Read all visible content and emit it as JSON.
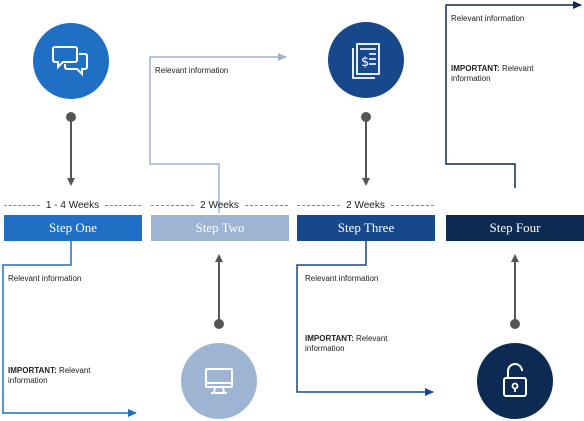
{
  "steps": [
    {
      "label": "Step One",
      "color": "#1f6fc5",
      "duration": "1 - 4 Weeks"
    },
    {
      "label": "Step Two",
      "color": "#9db4d3",
      "duration": "2 Weeks"
    },
    {
      "label": "Step Three",
      "color": "#16488b",
      "duration": "2 Weeks"
    },
    {
      "label": "Step Four",
      "color": "#0d2a52",
      "duration": ""
    }
  ],
  "icons": [
    {
      "name": "chat-bubbles-icon",
      "color": "#1f6fc5"
    },
    {
      "name": "monitor-icon",
      "color": "#9db4d3"
    },
    {
      "name": "invoice-dollar-icon",
      "color": "#16488b"
    },
    {
      "name": "unlocked-padlock-icon",
      "color": "#0d2a52"
    }
  ],
  "notes": {
    "step1_info": "Relevant information",
    "step1_important_label": "IMPORTANT:",
    "step1_important_text": " Relevant",
    "step1_important_text2": "information",
    "step2_info": "Relevant information",
    "step3_info": "Relevant information",
    "step3_important_label": "IMPORTANT:",
    "step3_important_text": " Relevant",
    "step3_important_text2": "information",
    "step4_info": "Relevant information",
    "step4_important_label": "IMPORTANT:",
    "step4_important_text": " Relevant",
    "step4_important_text2": "information"
  },
  "colors": {
    "arrow_gray": "#555555",
    "step1_line": "#1f6fc5",
    "step2_line": "#9db4d3",
    "step3_line": "#16488b",
    "step4_line": "#0d2a52"
  }
}
